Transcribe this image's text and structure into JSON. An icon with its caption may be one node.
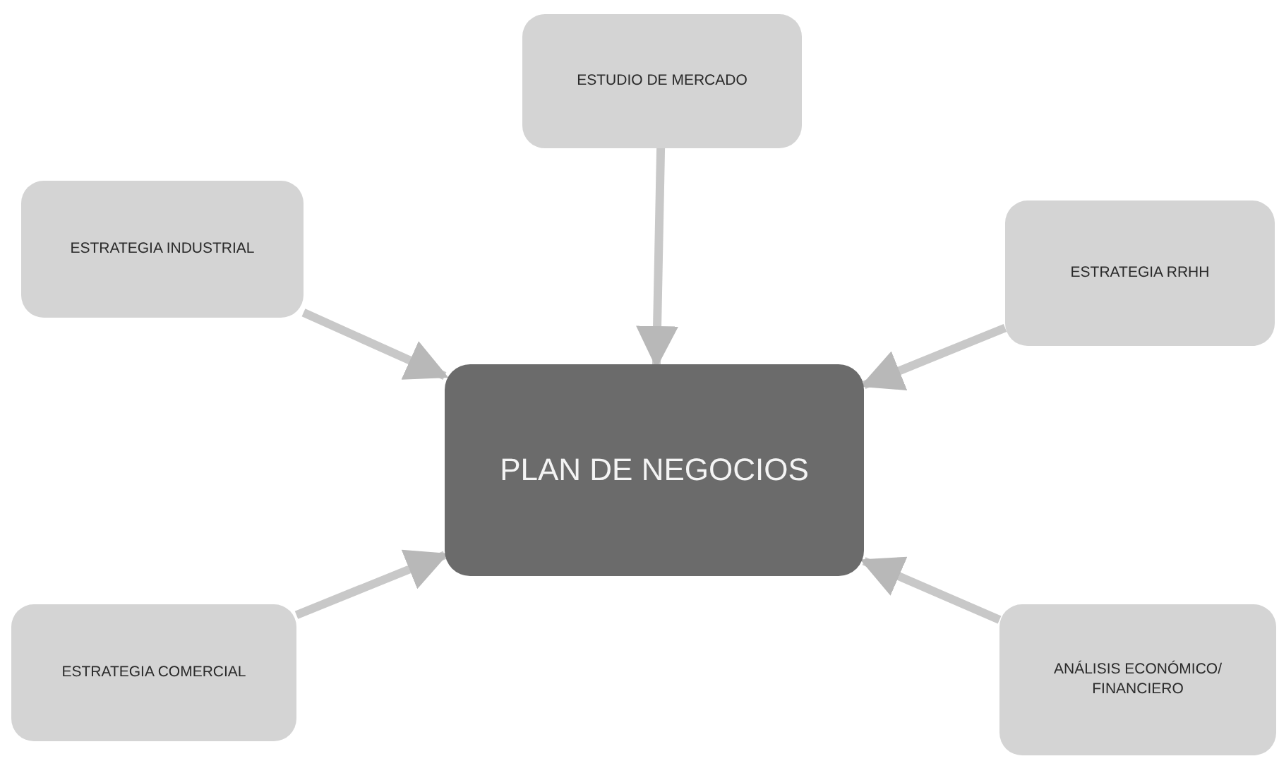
{
  "diagram": {
    "nodes": [
      {
        "text": [
          "ESTUDIO DE MERCADO"
        ]
      },
      {
        "text": [
          "ESTRATEGIA INDUSTRIAL"
        ]
      },
      {
        "text": [
          "ESTRATEGIA RRHH"
        ]
      },
      {
        "text": [
          "PLAN DE NEGOCIOS"
        ]
      },
      {
        "text": [
          "ESTRATEGIA COMERCIAL"
        ]
      },
      {
        "text": [
          "ANÁLISIS ECONÓMICO/ FINANCIERO"
        ]
      }
    ],
    "edges": [
      {
        "from": 0,
        "to": 3,
        "arrow": "to"
      },
      {
        "from": 1,
        "to": 3,
        "arrow": "to"
      },
      {
        "from": 2,
        "to": 3,
        "arrow": "to"
      },
      {
        "from": 4,
        "to": 3,
        "arrow": "to"
      },
      {
        "from": 5,
        "to": 3,
        "arrow": "to"
      }
    ]
  }
}
